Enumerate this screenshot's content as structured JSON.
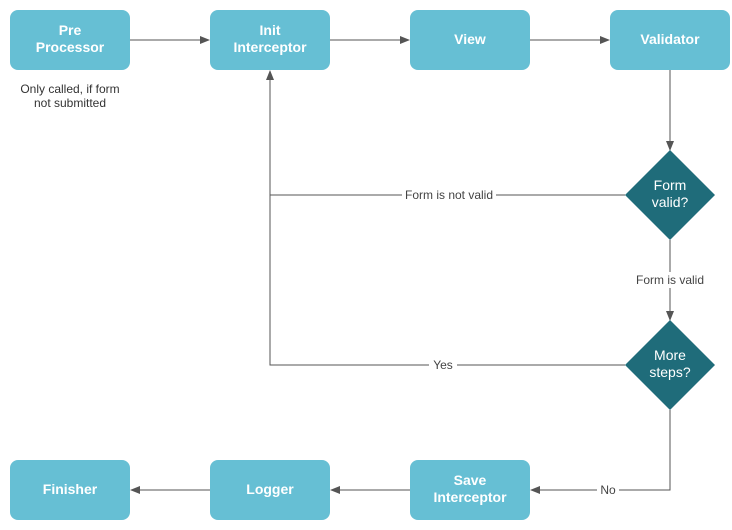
{
  "colors": {
    "process": "#66BFD4",
    "decision": "#1F6C7A",
    "line": "#555555",
    "text_light": "#FFFFFF",
    "text_dark": "#333333"
  },
  "nodes": {
    "pre_processor": {
      "lines": [
        "Pre",
        "Processor"
      ]
    },
    "init_interceptor": {
      "lines": [
        "Init",
        "Interceptor"
      ]
    },
    "view": {
      "lines": [
        "View"
      ]
    },
    "validator": {
      "lines": [
        "Validator"
      ]
    },
    "form_valid": {
      "lines": [
        "Form",
        "valid?"
      ]
    },
    "more_steps": {
      "lines": [
        "More",
        "steps?"
      ]
    },
    "save_interceptor": {
      "lines": [
        "Save",
        "Interceptor"
      ]
    },
    "logger": {
      "lines": [
        "Logger"
      ]
    },
    "finisher": {
      "lines": [
        "Finisher"
      ]
    }
  },
  "note": {
    "lines": [
      "Only called, if form",
      "not submitted"
    ]
  },
  "edge_labels": {
    "not_valid": "Form is not valid",
    "is_valid": "Form is valid",
    "yes": "Yes",
    "no": "No"
  }
}
